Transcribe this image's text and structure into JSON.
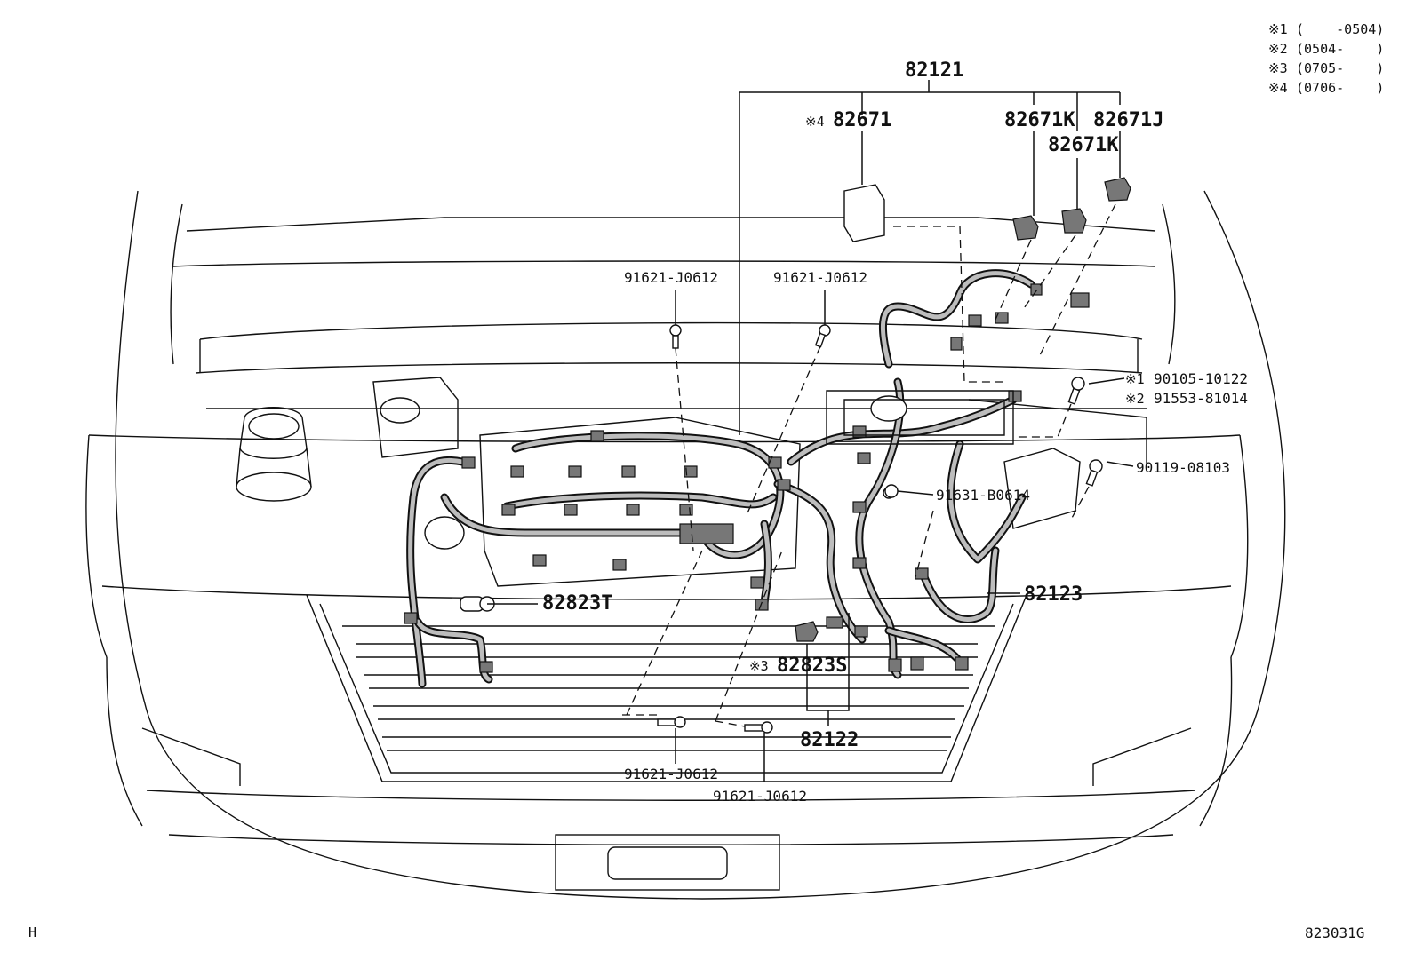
{
  "notes": [
    {
      "mark": "※1",
      "range": "(    -0504)"
    },
    {
      "mark": "※2",
      "range": "(0504-    )"
    },
    {
      "mark": "※3",
      "range": "(0705-    )"
    },
    {
      "mark": "※4",
      "range": "(0706-    )"
    }
  ],
  "callouts": {
    "harness_main": "82121",
    "relay_82671": "82671",
    "relay_82671_mark": "※4",
    "relay_82671k_a": "82671K",
    "relay_82671k_b": "82671K",
    "relay_82671j": "82671J",
    "bolt_left_top": "91621-J0612",
    "bolt_mid_top": "91621-J0612",
    "bolt_90105": "90105-10122",
    "bolt_90105_mark": "※1",
    "bolt_91553": "91553-81014",
    "bolt_91553_mark": "※2",
    "bolt_90119": "90119-08103",
    "bolt_91631": "91631-B0614",
    "clamp_82823t": "82823T",
    "harness_82123": "82123",
    "clamp_82823s": "82823S",
    "clamp_82823s_mark": "※3",
    "harness_82122": "82122",
    "bolt_bottom_left": "91621-J0612",
    "bolt_bottom_mid": "91621-J0612"
  },
  "corner_left": "H",
  "figure_code": "823031G"
}
